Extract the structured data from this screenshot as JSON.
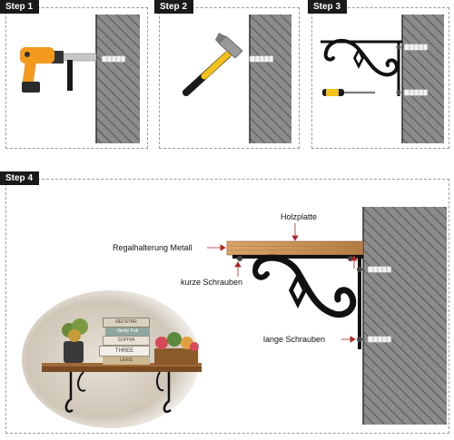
{
  "steps": [
    {
      "label": "Step 1"
    },
    {
      "label": "Step 2"
    },
    {
      "label": "Step 3"
    },
    {
      "label": "Step 4"
    }
  ],
  "labels": {
    "holzplatte": "Holzplatte",
    "regalhalterung": "Regalhalterung Metall",
    "kurze_schrauben": "kurze Schrauben",
    "lange_schrauben": "lange Schrauben"
  },
  "books": {
    "book1": "REDSTAR",
    "book2": "Vanity Pub",
    "book3": "SOPHIA",
    "book4": "THREE",
    "book5": "LEXIS"
  },
  "colors": {
    "step_label_bg": "#1a1a1a",
    "wall": "#8c8c8c",
    "drill_orange": "#f39a1e",
    "hammer_yellow": "#f2c21a",
    "wood": "#c8915a",
    "arrow_red": "#b22222",
    "bracket": "#111111"
  },
  "icons": {
    "drill": "drill-icon",
    "hammer": "hammer-icon",
    "screwdriver": "screwdriver-icon",
    "bracket": "shelf-bracket-icon",
    "dowel": "wall-dowel-icon",
    "wall": "wall-hatch-icon"
  }
}
